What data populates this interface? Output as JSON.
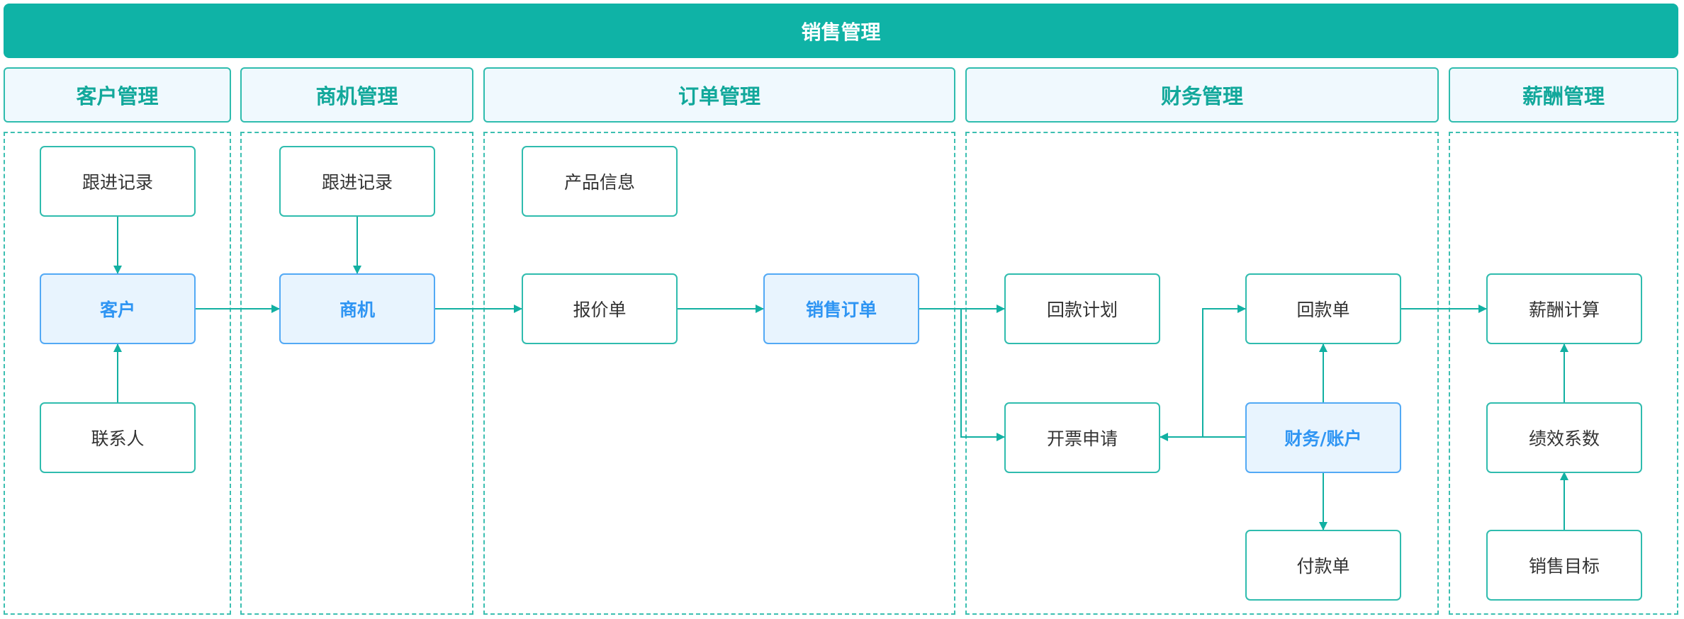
{
  "title": "销售管理",
  "colors": {
    "accent": "#0fb3a6",
    "highlight_text": "#2f95f3",
    "highlight_bg": "#e8f4fe"
  },
  "sections": [
    {
      "label": "客户管理"
    },
    {
      "label": "商机管理"
    },
    {
      "label": "订单管理"
    },
    {
      "label": "财务管理"
    },
    {
      "label": "薪酬管理"
    }
  ],
  "nodes": {
    "cust_follow": "跟进记录",
    "customer": "客户",
    "contact": "联系人",
    "opp_follow": "跟进记录",
    "opportunity": "商机",
    "product": "产品信息",
    "quote": "报价单",
    "sales_order": "销售订单",
    "payment_plan": "回款计划",
    "invoice_request": "开票申请",
    "receipt": "回款单",
    "finance_account": "财务/账户",
    "payment": "付款单",
    "salary_calc": "薪酬计算",
    "performance": "绩效系数",
    "sales_target": "销售目标"
  }
}
